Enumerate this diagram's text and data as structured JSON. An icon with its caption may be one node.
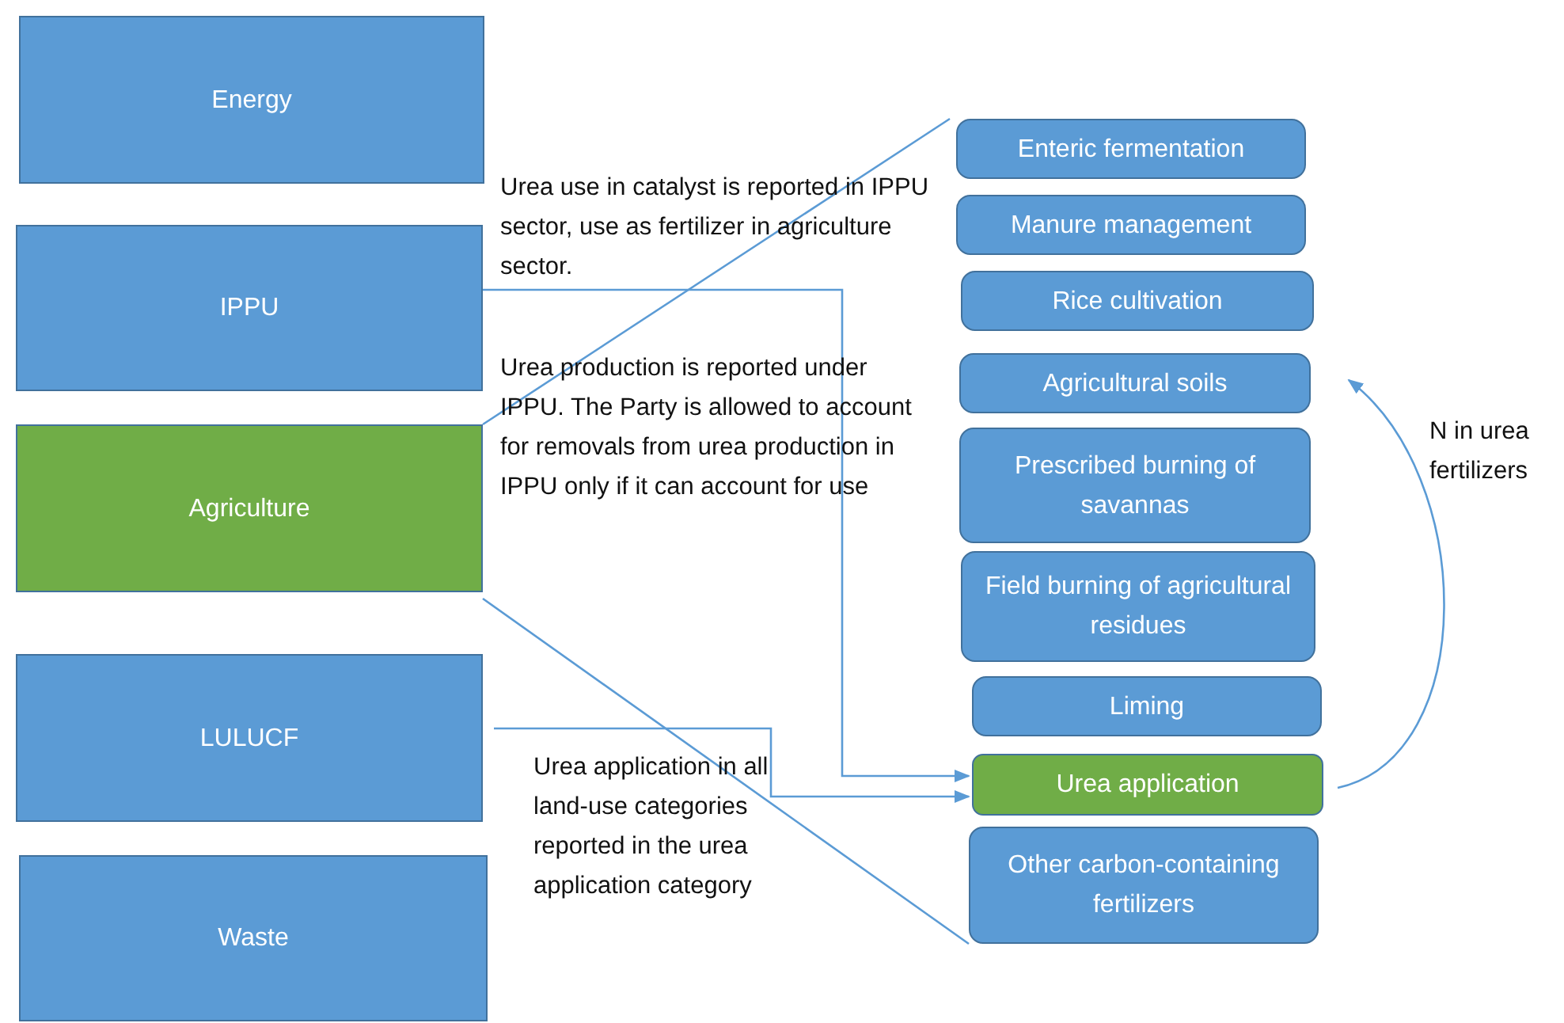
{
  "diagram": {
    "nodes": [
      {
        "text": [
          "Energy"
        ]
      },
      {
        "text": [
          "IPPU"
        ]
      },
      {
        "text": [
          "Agriculture"
        ]
      },
      {
        "text": [
          "LULUCF"
        ]
      },
      {
        "text": [
          "Waste"
        ]
      },
      {
        "text": [
          "Enteric fermentation"
        ]
      },
      {
        "text": [
          "Manure management"
        ]
      },
      {
        "text": [
          "Rice cultivation"
        ]
      },
      {
        "text": [
          "Agricultural soils"
        ]
      },
      {
        "text": [
          "Prescribed burning of savannas"
        ]
      },
      {
        "text": [
          "Field burning of agricultural residues"
        ]
      },
      {
        "text": [
          "Liming"
        ]
      },
      {
        "text": [
          "Urea application"
        ]
      },
      {
        "text": [
          "Other carbon-containing fertilizers"
        ]
      }
    ],
    "edges": [
      {
        "from": 2,
        "to": 5,
        "arrow": "none"
      },
      {
        "from": 2,
        "to": 13,
        "arrow": "none"
      },
      {
        "from": 1,
        "to": 12,
        "arrow": "to"
      },
      {
        "from": 3,
        "to": 12,
        "arrow": "to"
      },
      {
        "from": 12,
        "to": 8,
        "arrow": "to",
        "label": "N in urea fertilizers"
      }
    ],
    "labels": [
      "Urea use in catalyst is reported in IPPU sector, use as fertilizer in agriculture sector.",
      "Urea production is reported under IPPU. The Party is allowed to account for removals from urea production in IPPU only if it can account for use",
      "Urea application in all land-use categories reported in the urea application category"
    ]
  }
}
